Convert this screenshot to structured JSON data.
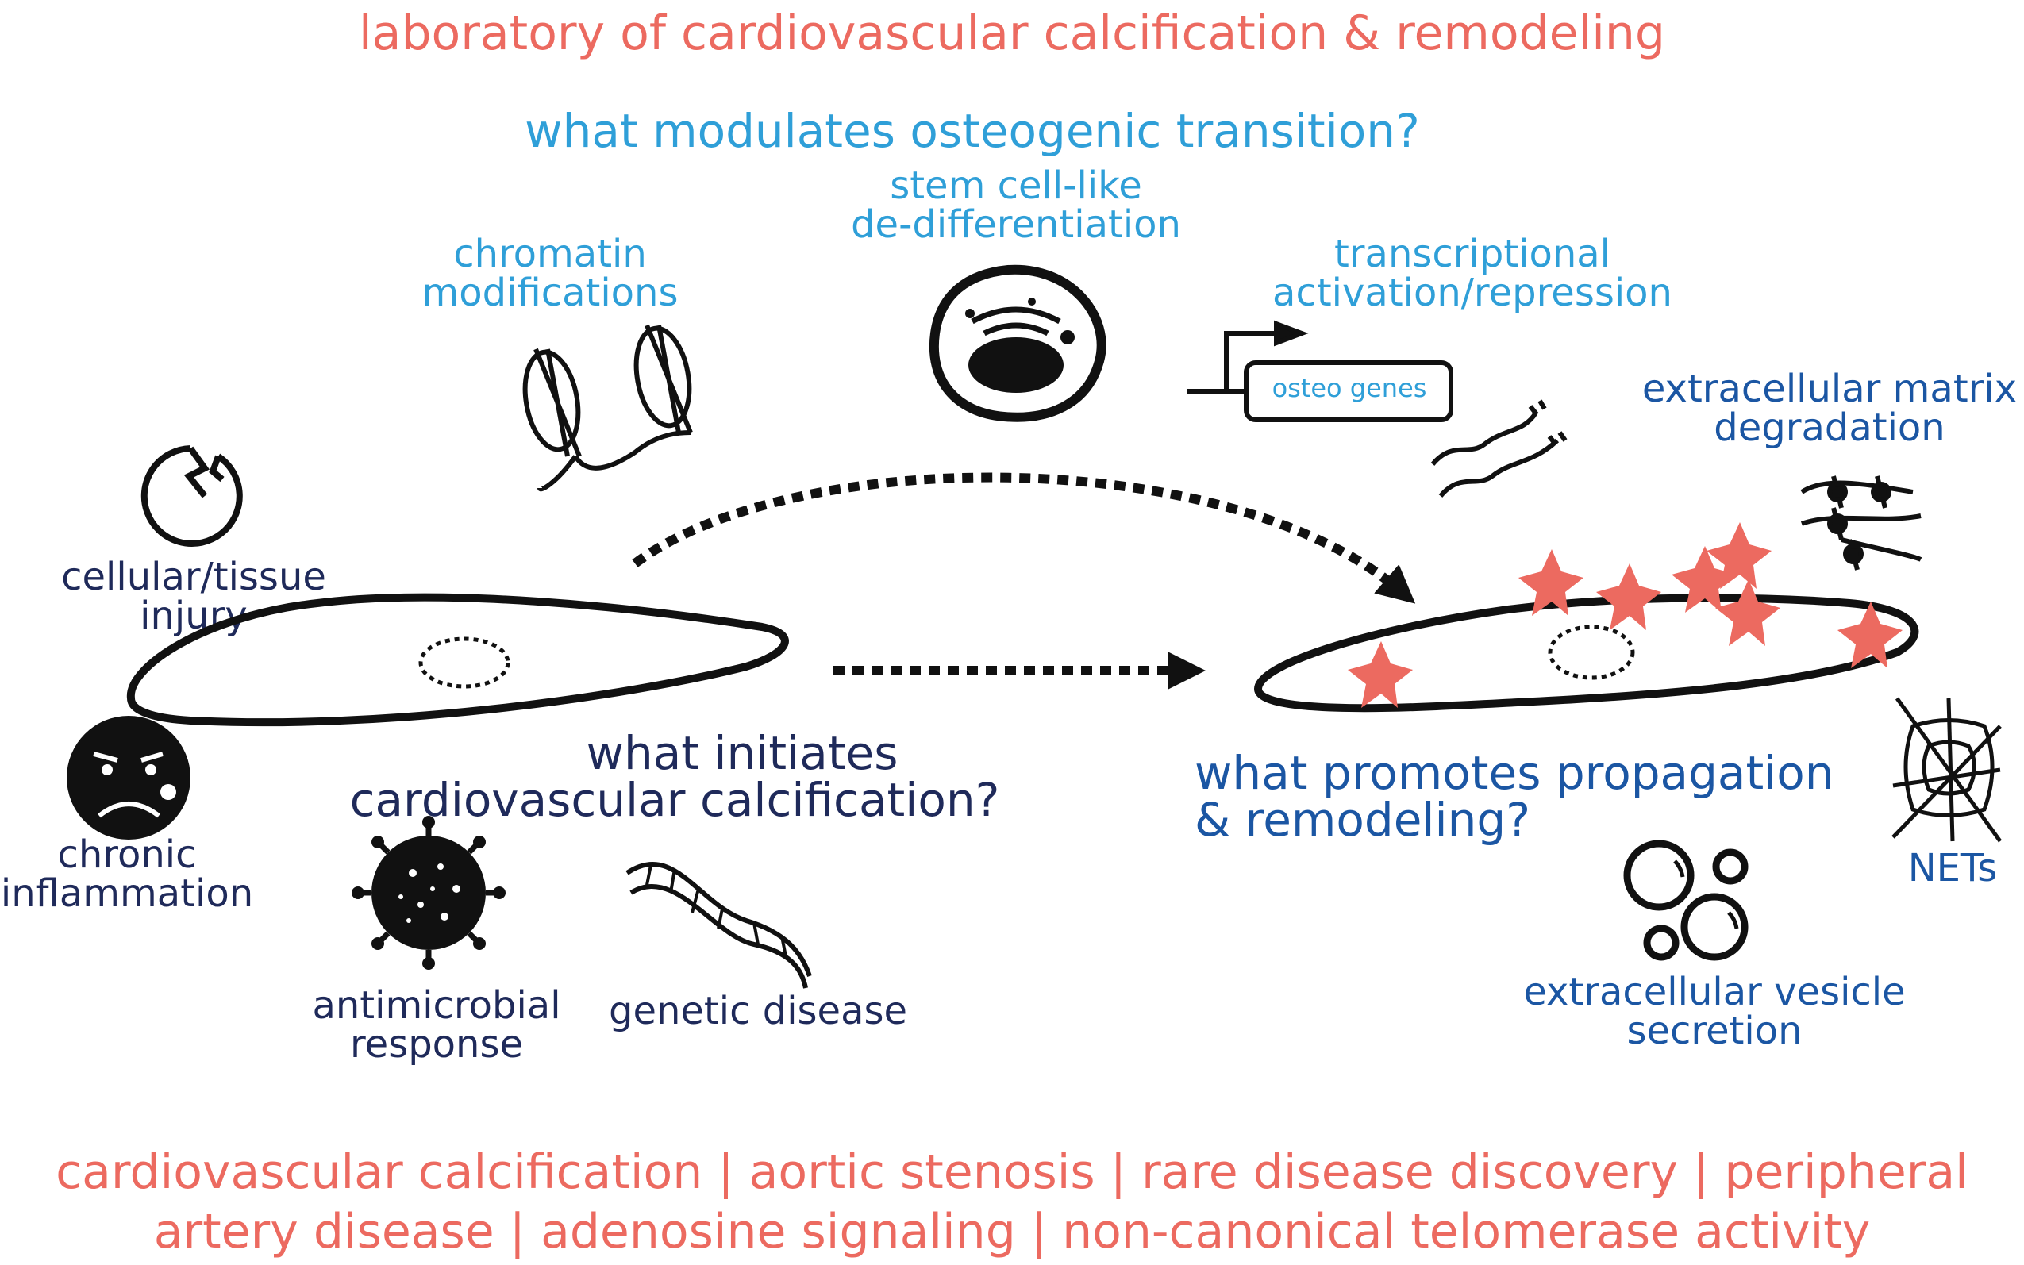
{
  "title": "laboratory of cardiovascular calcification & remodeling",
  "sections": {
    "osteogenic": {
      "question": "what modulates osteogenic transition?",
      "labels": {
        "stem_cell_1": "stem cell-like",
        "stem_cell_2": "de-differentiation",
        "chromatin_1": "chromatin",
        "chromatin_2": "modifications",
        "transcription_1": "transcriptional",
        "transcription_2": "activation/repression",
        "gene_box": "osteo genes"
      }
    },
    "initiation": {
      "question_1": "what initiates",
      "question_2": "cardiovascular calcification?",
      "labels": {
        "injury_1": "cellular/tissue",
        "injury_2": "injury",
        "inflammation_1": "chronic",
        "inflammation_2": "inflammation",
        "antimicrobial_1": "antimicrobial",
        "antimicrobial_2": "response",
        "genetic": "genetic disease"
      }
    },
    "propagation": {
      "question_1": "what promotes propagation",
      "question_2": "& remodeling?",
      "labels": {
        "ecm_1": "extracellular matrix",
        "ecm_2": "degradation",
        "nets": "NETs",
        "vesicle_1": "extracellular vesicle",
        "vesicle_2": "secretion"
      }
    }
  },
  "keywords": {
    "line_1": "cardiovascular calcification | aortic stenosis | rare disease discovery | peripheral",
    "line_2": "artery disease | adenosine signaling | non-canonical telomerase activity"
  },
  "colors": {
    "title_red": "#ec6a60",
    "question_cyan": "#2f9fd8",
    "initiation_navy": "#1f2a5a",
    "propagation_blue": "#1b56a3",
    "calcification_star": "#ec6a60",
    "outline": "#111111"
  },
  "icons": [
    "injured-cell-icon",
    "sad-face-icon",
    "virus-icon",
    "dna-icon",
    "chromatin-icon",
    "stem-cell-icon",
    "promoter-arrow-icon",
    "mrna-icon",
    "matrix-fiber-icon",
    "net-web-icon",
    "vesicle-icon",
    "calcification-star-icon"
  ]
}
